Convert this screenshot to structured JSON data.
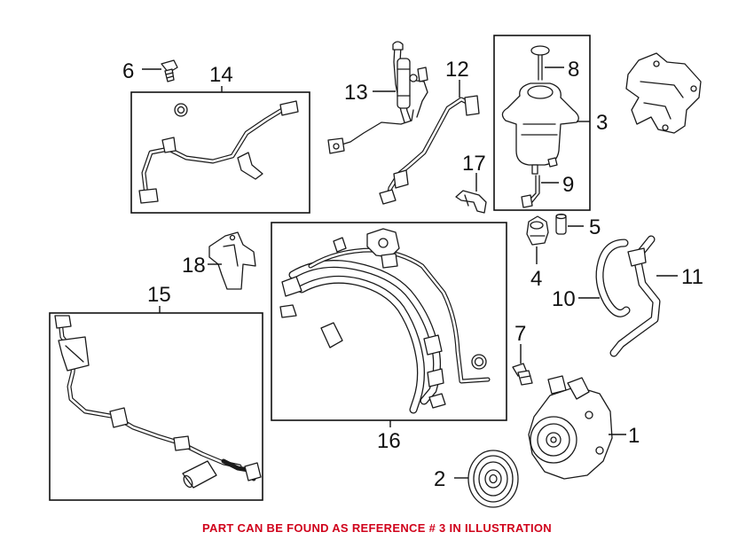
{
  "callouts": {
    "c1": "1",
    "c2": "2",
    "c3": "3",
    "c4": "4",
    "c5": "5",
    "c6": "6",
    "c7": "7",
    "c8": "8",
    "c9": "9",
    "c10": "10",
    "c11": "11",
    "c12": "12",
    "c13": "13",
    "c14": "14",
    "c15": "15",
    "c16": "16",
    "c17": "17",
    "c18": "18"
  },
  "footer": {
    "note": "PART CAN BE FOUND AS REFERENCE # 3 IN ILLUSTRATION"
  },
  "colors": {
    "note_color": "#d0021b",
    "line_color": "#1a1a1a"
  }
}
